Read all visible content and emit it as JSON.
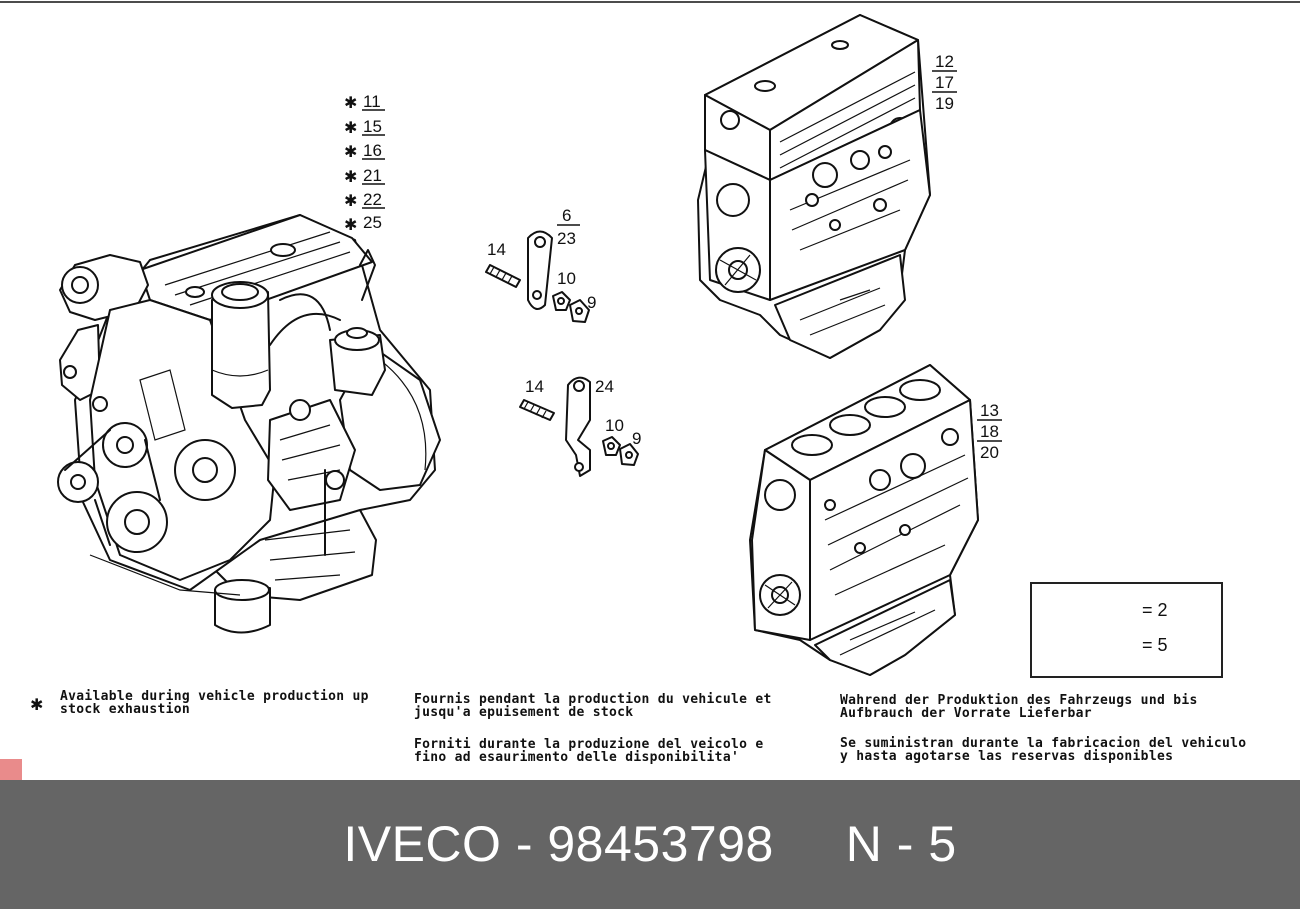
{
  "labels": {
    "star_group": [
      "11",
      "15",
      "16",
      "21",
      "22",
      "25"
    ],
    "top_bracket": [
      "6",
      "23"
    ],
    "stud_top": "14",
    "nut_top_a": "10",
    "nut_top_b": "9",
    "stud_bottom": "14",
    "bottom_bracket": "24",
    "nut_bottom_a": "10",
    "nut_bottom_b": "9",
    "head_engine": [
      "12",
      "17",
      "19"
    ],
    "short_block": [
      "13",
      "18",
      "20"
    ],
    "gasket_kit_1": "= 2",
    "gasket_kit_2": "= 5"
  },
  "legend": {
    "en_line1": "Available during vehicle production up",
    "en_line2": "stock exhaustion",
    "fr_line1": "Fournis pendant la production du vehicule et",
    "fr_line2": "jusqu'a epuisement de stock",
    "it_line1": "Forniti durante la produzione del veicolo e",
    "it_line2": "fino ad esaurimento delle disponibilita'",
    "de_line1": "Wahrend der Produktion des Fahrzeugs und bis",
    "de_line2": "Aufbrauch der Vorrate Lieferbar",
    "es_line1": "Se suministran durante la fabricacion del vehiculo",
    "es_line2": "y hasta agotarse las reservas disponibles"
  },
  "footer": {
    "title": "IVECO - 98453798     N - 5"
  },
  "colors": {
    "footer_bg": "#656565",
    "footer_text": "#ffffff",
    "tag": "#e98b8b"
  }
}
